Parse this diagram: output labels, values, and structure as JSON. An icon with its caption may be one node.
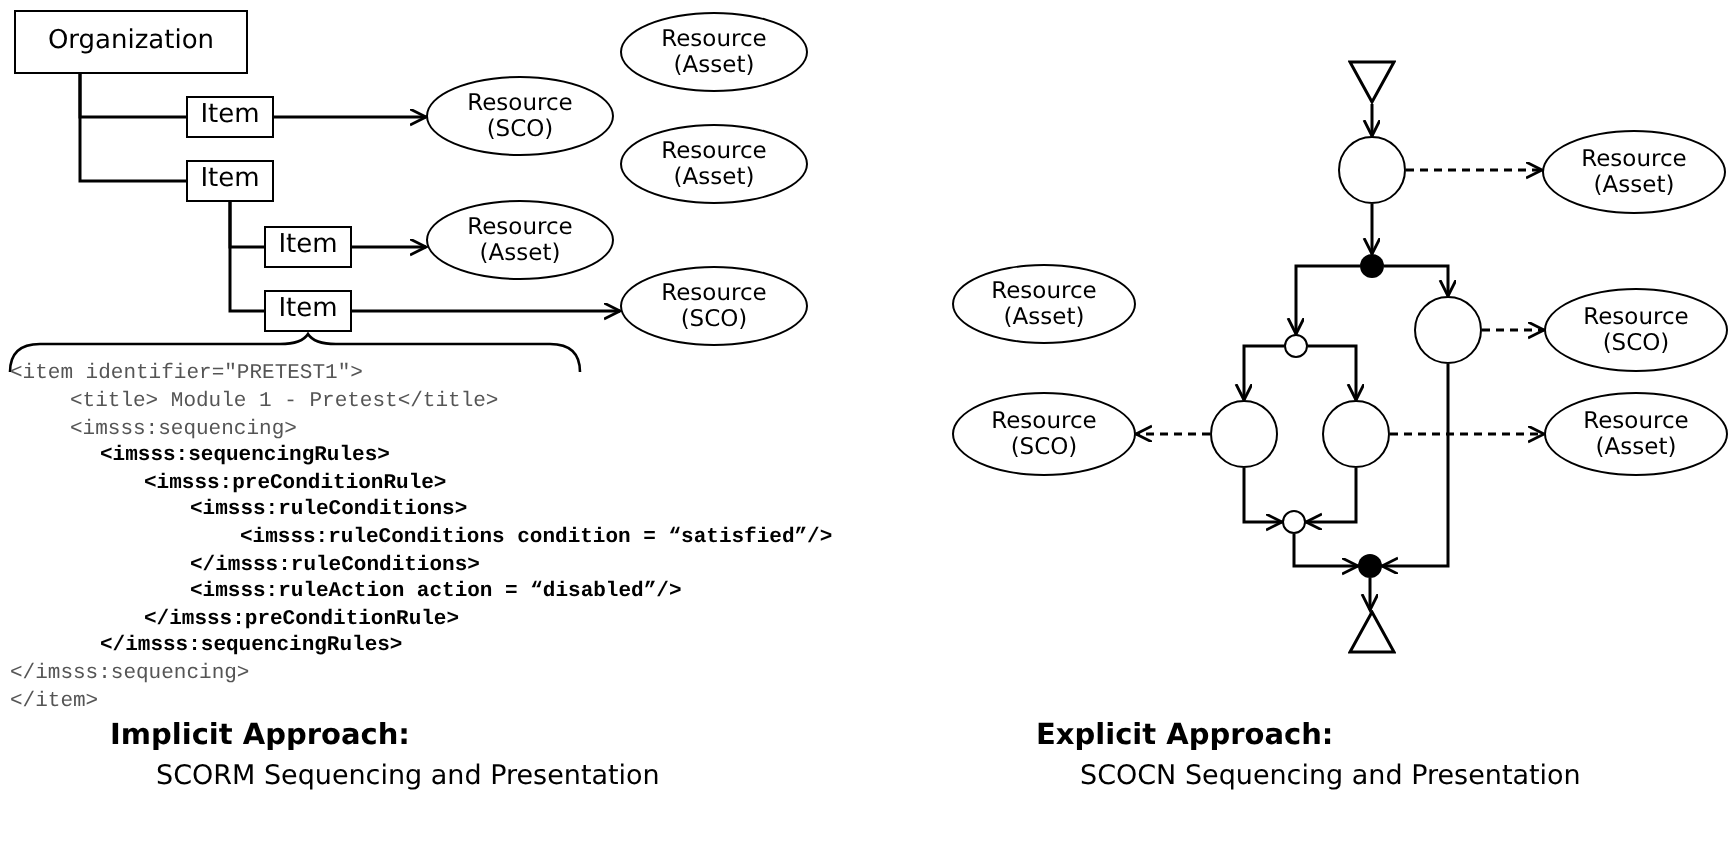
{
  "diagram": {
    "nodes": [
      {
        "text": [
          "Organization"
        ]
      },
      {
        "text": [
          "Item"
        ]
      },
      {
        "text": [
          "Resource (SCO)"
        ]
      },
      {
        "text": [
          "Resource (Asset)"
        ]
      },
      {
        "text": [
          "Item"
        ]
      },
      {
        "text": [
          "Resource (Asset)"
        ]
      },
      {
        "text": [
          "Item"
        ]
      },
      {
        "text": [
          "Resource (Asset)"
        ]
      },
      {
        "text": [
          "Item"
        ]
      },
      {
        "text": [
          "Resource (SCO)"
        ]
      },
      {
        "text": [],
        "shape": "triangle"
      },
      {
        "text": [],
        "shape": "circle"
      },
      {
        "text": [
          "Resource (Asset)"
        ]
      },
      {
        "text": [],
        "shape": "dot"
      },
      {
        "text": [
          "Resource (Asset)"
        ]
      },
      {
        "text": [],
        "shape": "circle"
      },
      {
        "text": [
          "Resource (SCO)"
        ]
      },
      {
        "text": [],
        "shape": "circle"
      },
      {
        "text": [
          "Resource (SCO)"
        ]
      },
      {
        "text": [],
        "shape": "circle"
      },
      {
        "text": [],
        "shape": "circle"
      },
      {
        "text": [
          "Resource (Asset)"
        ]
      },
      {
        "text": [],
        "shape": "circle"
      },
      {
        "text": [],
        "shape": "dot"
      },
      {
        "text": [],
        "shape": "triangle"
      }
    ],
    "edges": [
      {
        "from": 0,
        "to": 1,
        "arrow": "none"
      },
      {
        "from": 0,
        "to": 4,
        "arrow": "none"
      },
      {
        "from": 1,
        "to": 2,
        "arrow": "to"
      },
      {
        "from": 4,
        "to": 6,
        "arrow": "none"
      },
      {
        "from": 4,
        "to": 8,
        "arrow": "none"
      },
      {
        "from": 6,
        "to": 7,
        "arrow": "to"
      },
      {
        "from": 8,
        "to": 9,
        "arrow": "to"
      },
      {
        "from": 10,
        "to": 11,
        "arrow": "to"
      },
      {
        "from": 11,
        "to": 12,
        "arrow": "to",
        "style": "dashed"
      },
      {
        "from": 11,
        "to": 13,
        "arrow": "to"
      },
      {
        "from": 13,
        "to": 17,
        "arrow": "to"
      },
      {
        "from": 13,
        "to": 15,
        "arrow": "to"
      },
      {
        "from": 15,
        "to": 16,
        "arrow": "to",
        "style": "dashed"
      },
      {
        "from": 17,
        "to": 19,
        "arrow": "to"
      },
      {
        "from": 17,
        "to": 20,
        "arrow": "to"
      },
      {
        "from": 19,
        "to": 18,
        "arrow": "to",
        "style": "dashed"
      },
      {
        "from": 20,
        "to": 21,
        "arrow": "to",
        "style": "dashed"
      },
      {
        "from": 19,
        "to": 22,
        "arrow": "to"
      },
      {
        "from": 20,
        "to": 22,
        "arrow": "to"
      },
      {
        "from": 22,
        "to": 23,
        "arrow": "to"
      },
      {
        "from": 15,
        "to": 23,
        "arrow": "to"
      },
      {
        "from": 23,
        "to": 24,
        "arrow": "to"
      }
    ],
    "labels": [
      "<item identifier=\"PRETEST1\">",
      "<title> Module 1 - Pretest</title>",
      "<imsss:sequencing>",
      "<imsss:sequencingRules>",
      "<imsss:preConditionRule>",
      "<imsss:ruleConditions>",
      "<imsss:ruleConditions condition = “satisfied”/>",
      "</imsss:ruleConditions>",
      "<imsss:ruleAction action = “disabled”/>",
      "</imsss:preConditionRule>",
      "</imsss:sequencingRules>",
      "</imsss:sequencing>",
      "</item>",
      "Implicit Approach:",
      "SCORM Sequencing and Presentation",
      "Explicit Approach:",
      "SCOCN Sequencing and Presentation"
    ]
  }
}
